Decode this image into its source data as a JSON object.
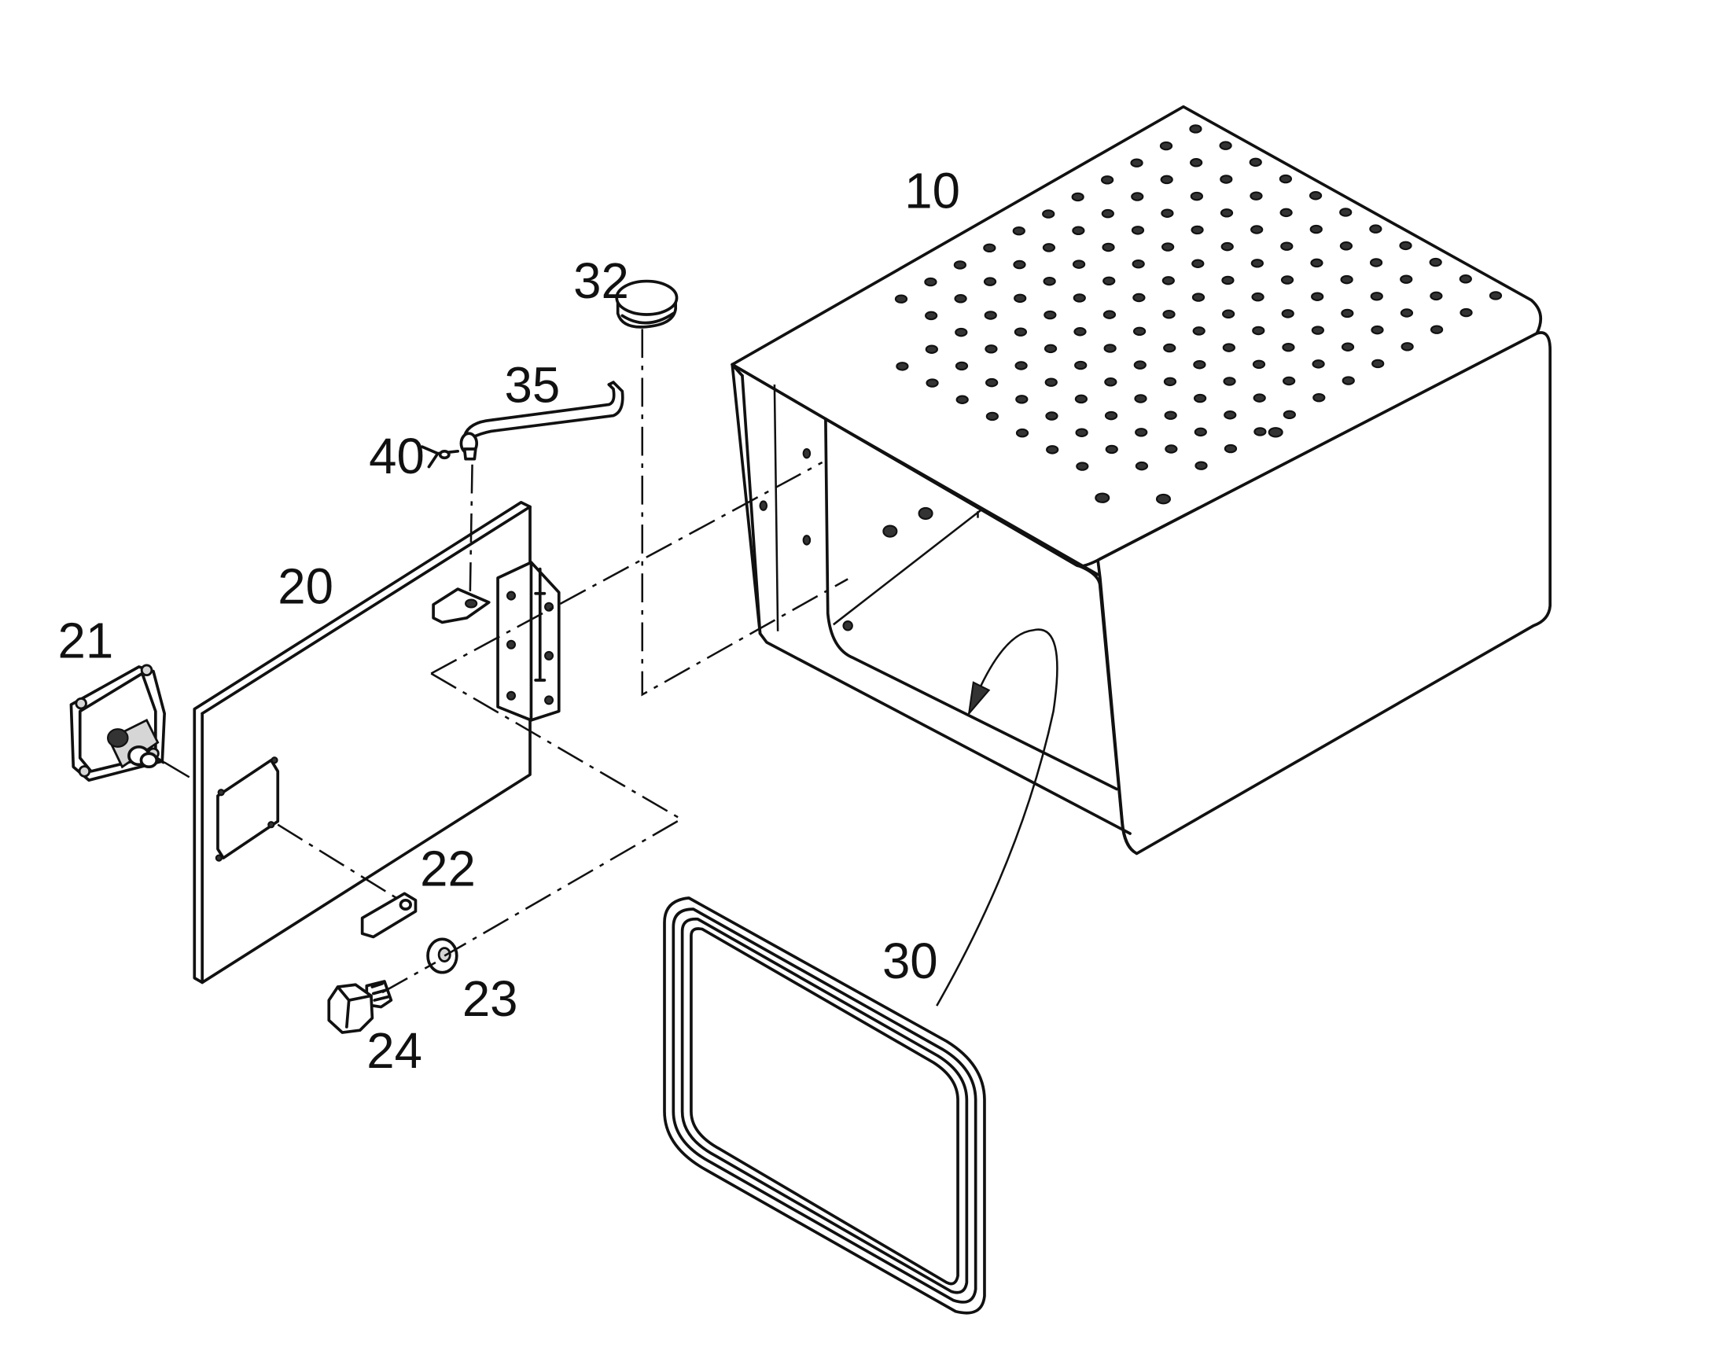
{
  "diagram": {
    "labels": {
      "housing": "10",
      "cover_plate": "20",
      "gauge": "21",
      "tab": "22",
      "washer": "23",
      "bolt": "24",
      "gasket": "30",
      "plug": "32",
      "rod": "35",
      "pin": "40"
    }
  }
}
